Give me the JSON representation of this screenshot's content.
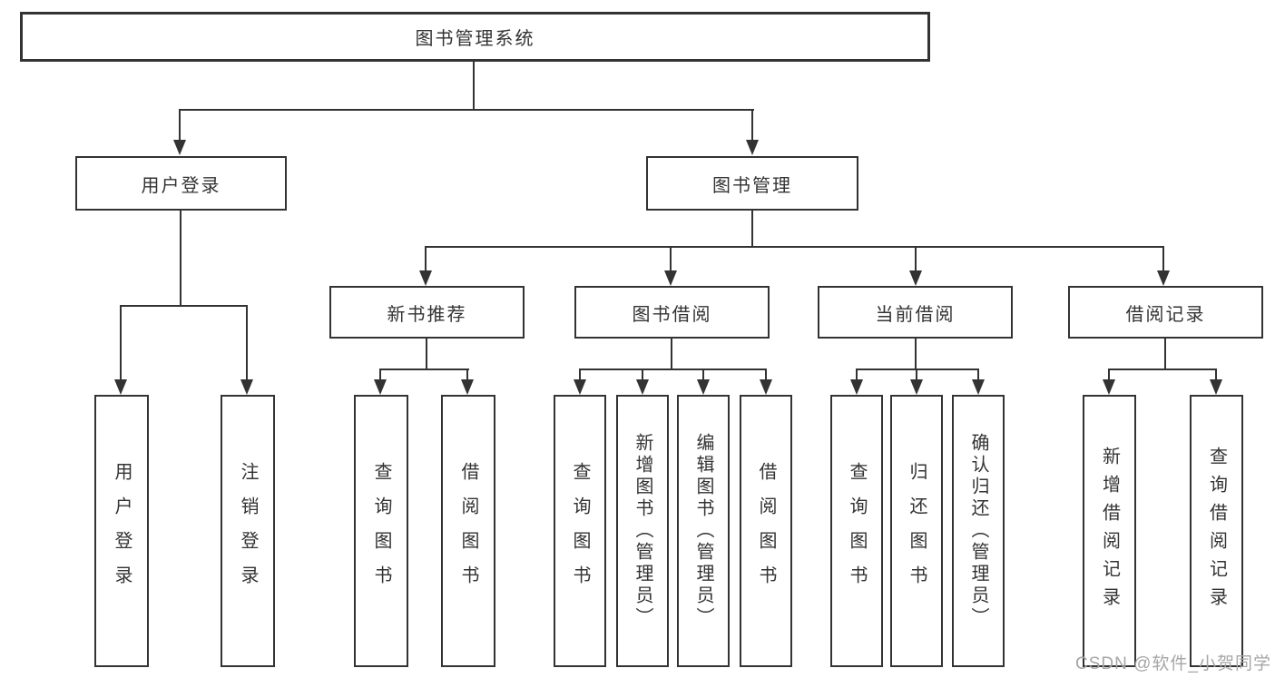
{
  "canvas": {
    "background": "#ffffff",
    "line_color": "#333333",
    "box_fill": "#ffffff",
    "text_color": "#333333",
    "watermark_color": "#a6a6a6"
  },
  "nodes": {
    "root": "图书管理系统",
    "user_login_group": "用户登录",
    "book_mgmt": "图书管理",
    "new_book_rec": "新书推荐",
    "book_borrow": "图书借阅",
    "current_borrow": "当前借阅",
    "borrow_records": "借阅记录",
    "leaf_user_login": "用户登录",
    "leaf_logout": "注销登录",
    "leaf_rec_query_books": "查询图书",
    "leaf_rec_borrow_books": "借阅图书",
    "leaf_bb_query_books": "查询图书",
    "leaf_bb_add_books": "新增图书（管理员）",
    "leaf_bb_edit_books": "编辑图书（管理员）",
    "leaf_bb_borrow_books": "借阅图书",
    "leaf_cb_query_books": "查询图书",
    "leaf_cb_return_books": "归还图书",
    "leaf_cb_confirm_return": "确认归还（管理员）",
    "leaf_br_add_record": "新增借阅记录",
    "leaf_br_query_record": "查询借阅记录"
  },
  "watermark": {
    "text": "CSDN @软件_小贺同学"
  }
}
